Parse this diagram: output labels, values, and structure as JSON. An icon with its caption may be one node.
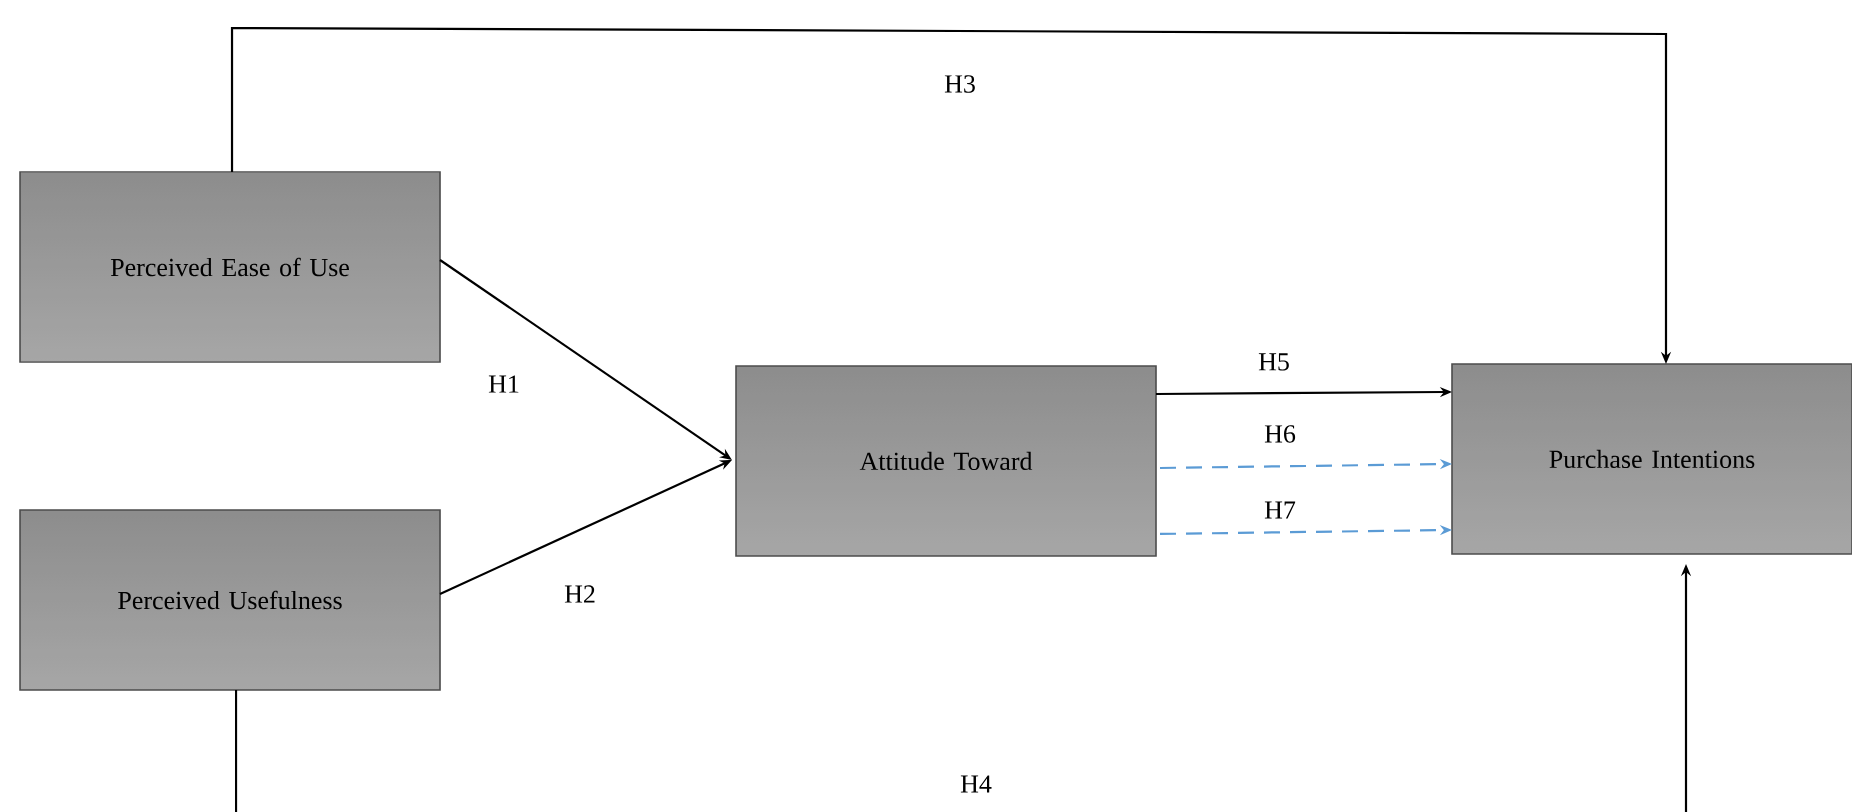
{
  "diagram": {
    "nodes": [
      {
        "text": [
          "Perceived Ease of Use"
        ]
      },
      {
        "text": [
          "Perceived Usefulness"
        ]
      },
      {
        "text": [
          "Attitude Toward"
        ]
      },
      {
        "text": [
          "Purchase Intentions"
        ]
      }
    ],
    "edges": [
      {
        "from": 0,
        "to": 2,
        "arrow": "to",
        "label": "H1"
      },
      {
        "from": 1,
        "to": 2,
        "arrow": "to",
        "label": "H2"
      },
      {
        "from": 0,
        "to": 3,
        "arrow": "to",
        "label": "H3"
      },
      {
        "from": 1,
        "to": 3,
        "arrow": "to",
        "label": "H4"
      },
      {
        "from": 2,
        "to": 3,
        "arrow": "to",
        "label": "H5"
      },
      {
        "from": 2,
        "to": 3,
        "arrow": "to",
        "label": "H6",
        "style": "dashed",
        "color": "#5b9bd5"
      },
      {
        "from": 2,
        "to": 3,
        "arrow": "to",
        "label": "H7",
        "style": "dashed",
        "color": "#5b9bd5"
      }
    ]
  }
}
